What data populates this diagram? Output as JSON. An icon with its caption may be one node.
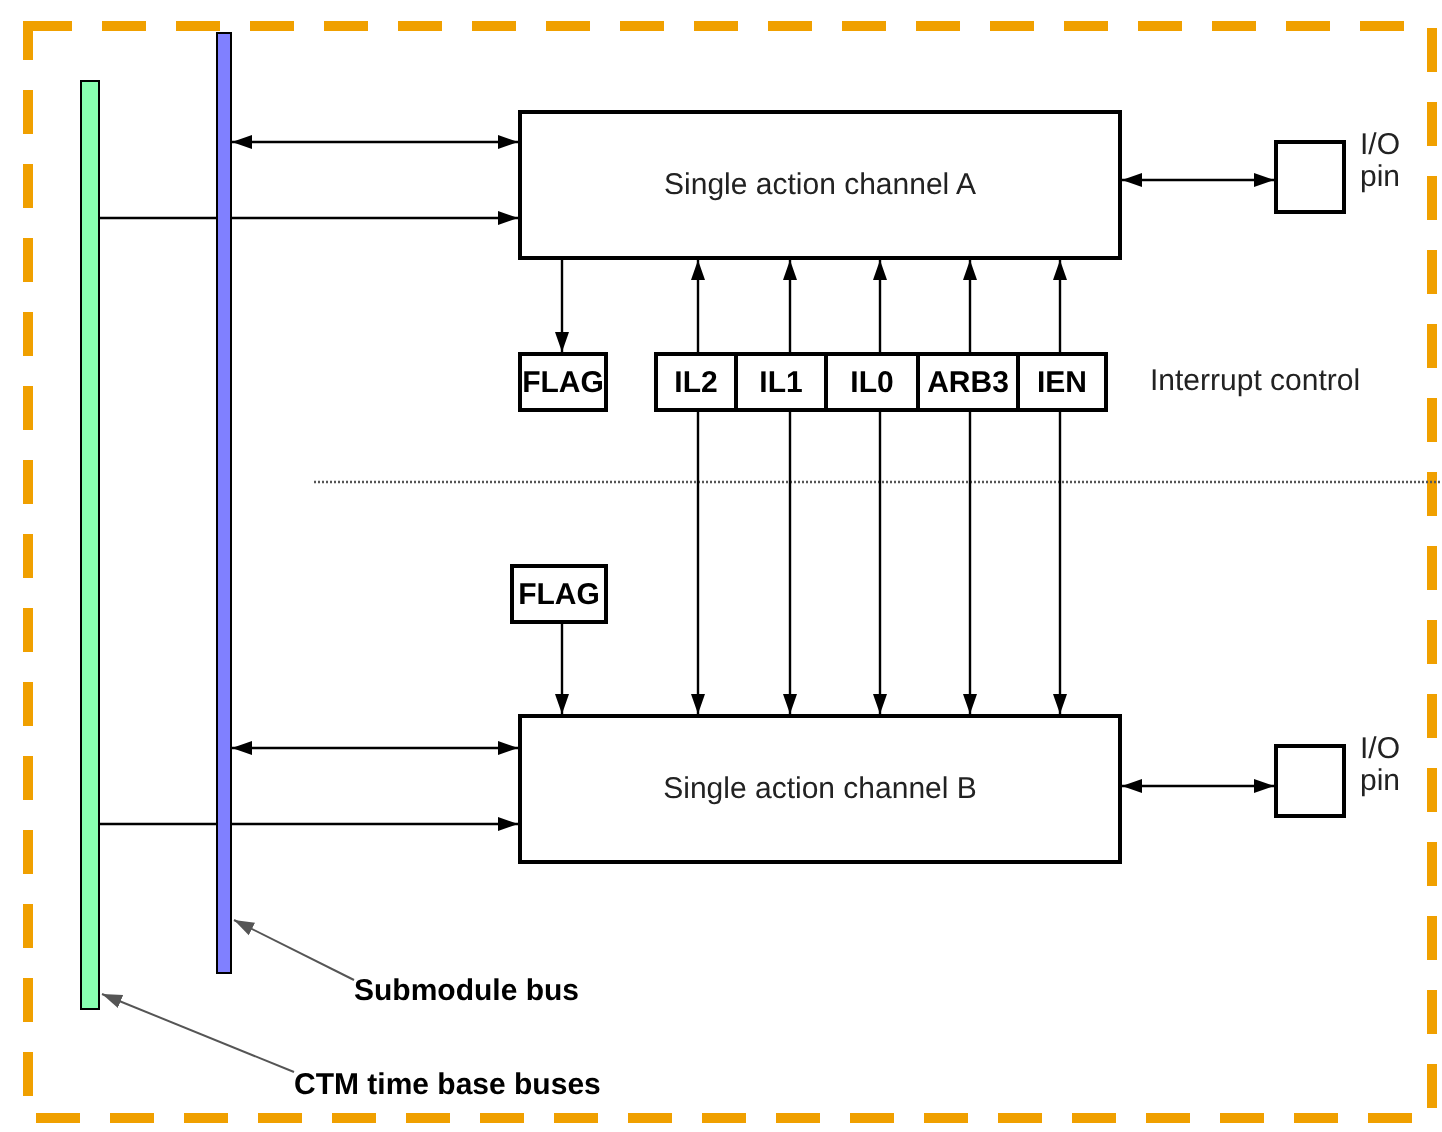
{
  "diagram": {
    "nodes": [
      {
        "text": [],
        "shape": "bar"
      },
      {
        "text": [],
        "shape": "bar"
      },
      {
        "text": [
          "Single action channel A"
        ]
      },
      {
        "text": [],
        "shape": "box",
        "beside": [
          "I/O pin"
        ]
      },
      {
        "text": [
          "FLAG"
        ]
      },
      {
        "text": [
          "IL2"
        ]
      },
      {
        "text": [
          "IL1"
        ]
      },
      {
        "text": [
          "IL0"
        ]
      },
      {
        "text": [
          "ARB3"
        ]
      },
      {
        "text": [
          "IEN"
        ]
      },
      {
        "text": [
          "FLAG"
        ]
      },
      {
        "text": [
          "Single action channel B"
        ]
      },
      {
        "text": [],
        "shape": "box",
        "beside": [
          "I/O pin"
        ]
      },
      {
        "text": [
          "Submodule bus"
        ]
      },
      {
        "text": [
          "CTM time base buses"
        ]
      }
    ],
    "edges": [
      {
        "from": 1,
        "to": 2,
        "arrow": "both"
      },
      {
        "from": 0,
        "to": 2,
        "arrow": "to"
      },
      {
        "from": 2,
        "to": 3,
        "arrow": "both"
      },
      {
        "from": 2,
        "to": 4,
        "arrow": "to"
      },
      {
        "from": 5,
        "to": 2,
        "arrow": "to"
      },
      {
        "from": 6,
        "to": 2,
        "arrow": "to"
      },
      {
        "from": 7,
        "to": 2,
        "arrow": "to"
      },
      {
        "from": 8,
        "to": 2,
        "arrow": "to"
      },
      {
        "from": 9,
        "to": 2,
        "arrow": "to"
      },
      {
        "from": 5,
        "to": 11,
        "arrow": "to"
      },
      {
        "from": 6,
        "to": 11,
        "arrow": "to"
      },
      {
        "from": 7,
        "to": 11,
        "arrow": "to"
      },
      {
        "from": 8,
        "to": 11,
        "arrow": "to"
      },
      {
        "from": 9,
        "to": 11,
        "arrow": "to"
      },
      {
        "from": 10,
        "to": 11,
        "arrow": "to"
      },
      {
        "from": 1,
        "to": 11,
        "arrow": "both"
      },
      {
        "from": 0,
        "to": 11,
        "arrow": "to"
      },
      {
        "from": 11,
        "to": 12,
        "arrow": "both"
      },
      {
        "from": 13,
        "to": 1,
        "arrow": "to",
        "color": "#555555"
      },
      {
        "from": 14,
        "to": 0,
        "arrow": "to",
        "color": "#555555"
      }
    ],
    "labels": [
      "Interrupt control"
    ]
  }
}
